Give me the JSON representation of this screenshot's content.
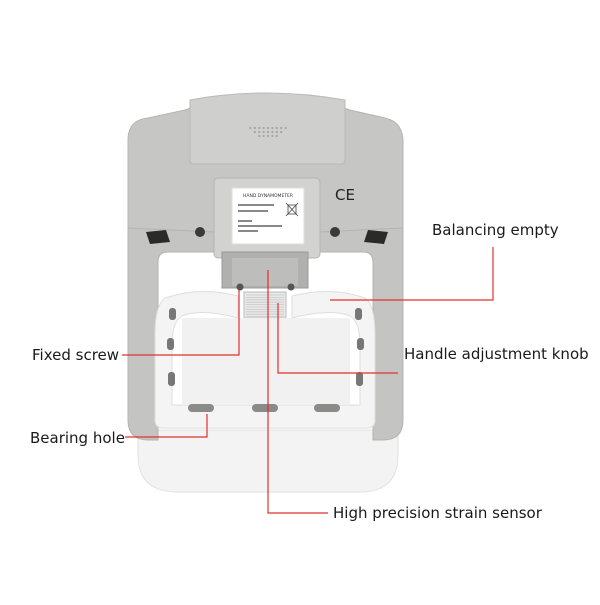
{
  "callouts": {
    "balancing_empty": "Balancing empty",
    "handle_adjustment_knob": "Handle adjustment knob",
    "fixed_screw": "Fixed screw",
    "bearing_hole": "Bearing hole",
    "high_precision_strain_sensor": "High precision strain sensor"
  },
  "device": {
    "ce_mark": "CE",
    "label_title": "HAND DYNAMOMETER"
  },
  "colors": {
    "body_gray": "#c4c4c2",
    "body_shadow": "#a9a9a7",
    "handle_white": "#f4f4f4",
    "leader_line": "#e0302e",
    "text": "#1a1a1a"
  }
}
